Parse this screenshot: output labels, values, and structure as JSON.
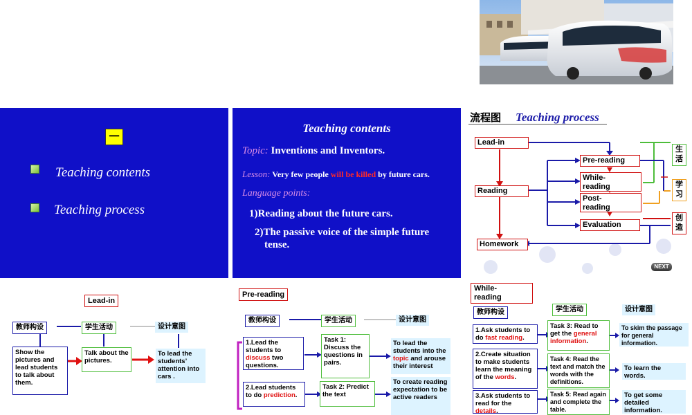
{
  "slide1": {
    "number_label": "一",
    "items": [
      {
        "label": "Teaching contents"
      },
      {
        "label": "Teaching process"
      }
    ]
  },
  "slide2": {
    "title": "Teaching contents",
    "topic_label": "Topic:",
    "topic_text": "Inventions and Inventors.",
    "lesson_label": "Lesson:",
    "lesson_pre": "Very few people ",
    "lesson_highlight": "will be killed",
    "lesson_post": " by future cars.",
    "language_label": "Language points:",
    "point1": "1)Reading about the future cars.",
    "point2_line1": "2)The passive voice of the simple future",
    "point2_line2": "tense."
  },
  "slide3": {
    "title_cn": "流程图",
    "title_en": "Teaching process",
    "boxes": {
      "lead_in": "Lead-in",
      "reading": "Reading",
      "homework": "Homework",
      "pre_reading": "Pre-reading",
      "while_reading": "While-\nreading",
      "post_reading": "Post-\nreading",
      "evaluation": "Evaluation"
    },
    "side": {
      "life": "生\n活",
      "study": "学\n习",
      "create": "创\n造"
    },
    "next_label": "NEXT"
  },
  "slide4": {
    "title": "Lead-in",
    "headers": [
      "教师构设",
      "学生活动",
      "设计意图"
    ],
    "teacher": "Show the pictures and lead students to talk about them.",
    "student": "Talk about the pictures.",
    "purpose": "To lead the students’ attention into cars ."
  },
  "slide5": {
    "title": "Pre-reading",
    "headers": [
      "教师构设",
      "学生活动",
      "设计意图"
    ],
    "row1": {
      "teacher_pre": "1.Lead the students to ",
      "teacher_red": "discuss",
      "teacher_post": " two questions.",
      "student": "Task 1: Discuss the questions in pairs.",
      "purpose_pre": "To lead the students into the ",
      "purpose_red": "topic",
      "purpose_post": " and arouse their interest"
    },
    "row2": {
      "teacher_pre": "2.Lead students to do ",
      "teacher_red": "prediction",
      "teacher_post": ".",
      "student": "Task 2: Predict the text",
      "purpose": "To create reading expectation to be active readers"
    }
  },
  "slide6": {
    "title": "While-\nreading",
    "headers": [
      "教师构设",
      "学生活动",
      "设计意图"
    ],
    "row1": {
      "teacher_pre": "1.Ask students to do ",
      "teacher_red": "fast reading",
      "teacher_post": ".",
      "student_pre": "Task 3: Read  to get the ",
      "student_red": "general information",
      "student_post": ".",
      "purpose": "To skim the passage for general information."
    },
    "row2": {
      "teacher_pre": "2.Create situation to make students learn the meaning of the ",
      "teacher_red": "words",
      "teacher_post": ".",
      "student": "Task 4: Read the text and match the words with the definitions.",
      "purpose": "To learn the words."
    },
    "row3": {
      "teacher_pre": "3.Ask students to read for the ",
      "teacher_red": "details",
      "teacher_post": ".",
      "student": "Task 5: Read again and complete the table.",
      "purpose": "To get some detailed information."
    }
  },
  "colors": {
    "slide_bg": "#1010c8",
    "accent_red": "#d01010",
    "flow_blue": "#1a1aa8",
    "flow_green": "#4dbd3a",
    "flow_orange": "#f0a020",
    "lesson_pink": "#d98ce6"
  }
}
